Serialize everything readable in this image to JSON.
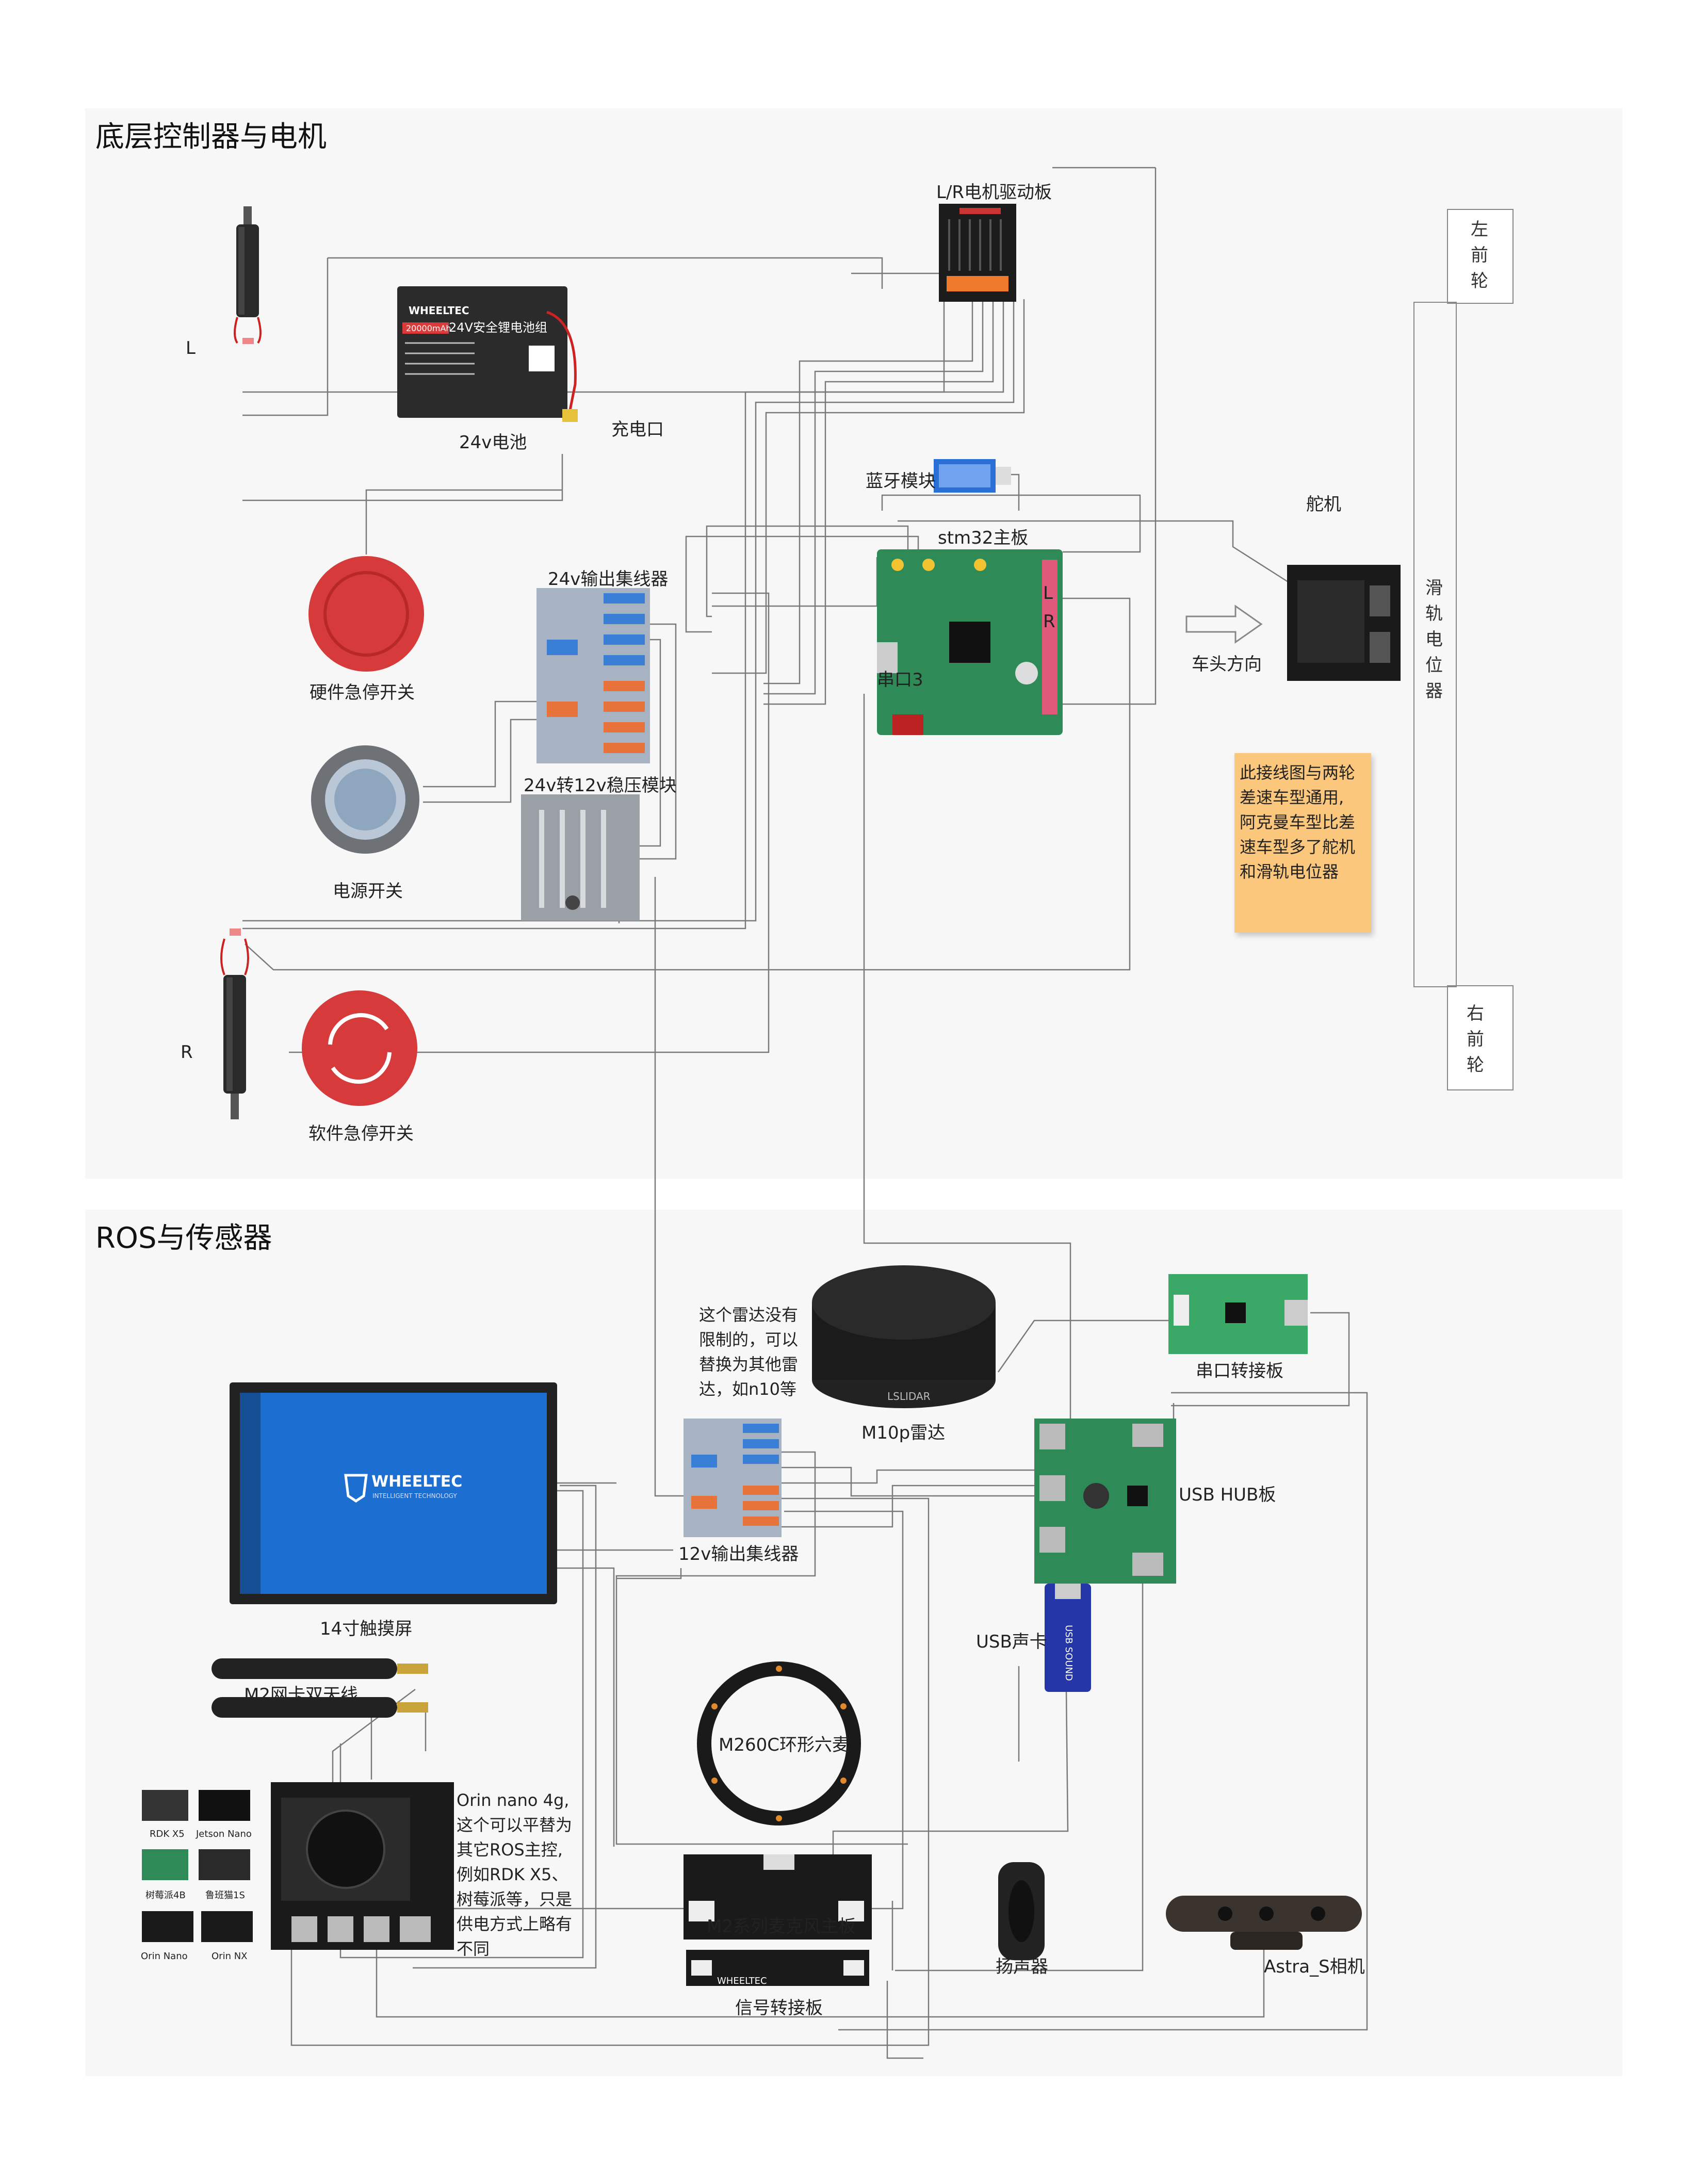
{
  "sections": {
    "top_title": "底层控制器与电机",
    "bottom_title": "ROS与传感器"
  },
  "top": {
    "motor_driver": "L/R电机驱动板",
    "battery": "24v电池",
    "battery_brand": "WHEELTEC",
    "battery_capacity": "20000mAh",
    "battery_name": "24V安全锂电池组",
    "charge_port": "充电口",
    "motor_left_tag": "L",
    "motor_right_tag": "R",
    "bluetooth": "蓝牙模块",
    "stm32": "stm32主板",
    "stm32_l": "L",
    "stm32_r": "R",
    "serial3": "串口3",
    "hub24": "24v输出集线器",
    "hw_estop": "硬件急停开关",
    "regulator": "24v转12v稳压模块",
    "power_switch": "电源开关",
    "sw_estop": "软件急停开关",
    "servo": "舵机",
    "direction": "车头方向",
    "slide_pot": "滑\n轨\n电\n位\n器",
    "left_front": "左\n前\n轮",
    "right_front": "右\n前\n轮",
    "note": "此接线图与两轮\n差速车型通用,\n阿克曼车型比差\n速车型多了舵机\n和滑轨电位器"
  },
  "bottom": {
    "lidar_note": "这个雷达没有\n限制的，可以\n替换为其他雷\n达，如n10等",
    "lidar": "M10p雷达",
    "lidar_brand": "LSLIDAR",
    "serial_board": "串口转接板",
    "hub12": "12v输出集线器",
    "usb_hub": "USB HUB板",
    "touchscreen": "14寸触摸屏",
    "screen_brand": "WHEELTEC",
    "screen_sub": "INTELLIGENT TECHNOLOGY",
    "usb_sound": "USB声卡",
    "usb_sound_text": "USB SOUND",
    "antenna": "M2网卡双天线",
    "mic_ring": "M260C环形六麦",
    "orin_note": "Orin nano 4g,\n这个可以平替为\n其它ROS主控,\n例如RDK X5、\n树莓派等，只是\n供电方式上略有\n不同",
    "mic_board": "M2系列麦克风主板",
    "signal_board": "信号转接板",
    "signal_brand": "WHEELTEC",
    "speaker": "扬声器",
    "camera": "Astra_S相机",
    "alt_boards": [
      "RDK X5",
      "Jetson Nano",
      "树莓派4B",
      "鲁班猫1S",
      "Orin Nano",
      "Orin NX"
    ]
  },
  "colors": {
    "panel": "#f7f7f7",
    "wire": "#7a7a7a",
    "pcb_green": "#2e8b57",
    "estop_red": "#d63a3a",
    "note": "#fbc77c",
    "screen_blue": "#1c6fd0"
  }
}
